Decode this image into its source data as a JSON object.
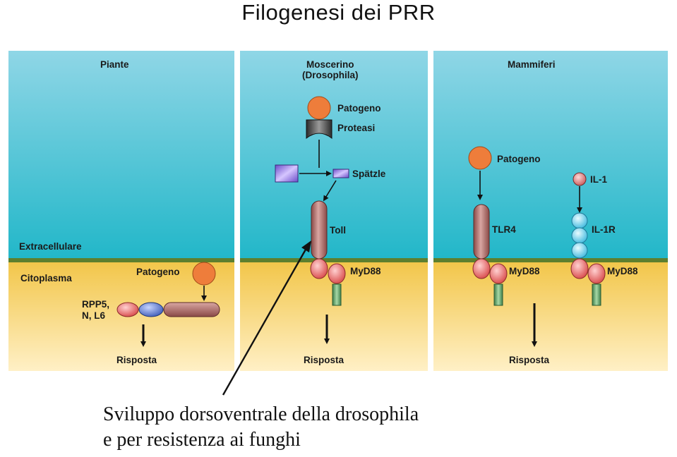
{
  "title": "Filogenesi dei PRR",
  "panels": {
    "plants": {
      "heading": "Piante",
      "extracellular": "Extracellulare",
      "cytoplasm": "Citoplasma",
      "pathogen": "Patogeno",
      "receptor_line1": "RPP5,",
      "receptor_line2": "N, L6",
      "response": "Risposta"
    },
    "fly": {
      "heading_line1": "Moscerino",
      "heading_line2": "(Drosophila)",
      "pathogen": "Patogeno",
      "protease": "Proteasi",
      "spatzle": "Spätzle",
      "toll": "Toll",
      "myd88": "MyD88",
      "response": "Risposta"
    },
    "mammals": {
      "heading": "Mammiferi",
      "pathogen": "Patogeno",
      "tlr4": "TLR4",
      "myd88_a": "MyD88",
      "il1": "IL-1",
      "il1r": "IL-1R",
      "myd88_b": "MyD88",
      "response": "Risposta"
    }
  },
  "caption": {
    "line1": "Sviluppo dorsoventrale della drosophila",
    "line2": "e per resistenza ai funghi"
  },
  "colors": {
    "sky_top": "#8fd6e6",
    "sky_bottom": "#22b7c9",
    "membrane": "#5d7f2e",
    "cyto_top": "#f2c64a",
    "cyto_bottom": "#fff0c6",
    "pathogen": "#ee7d3b",
    "receptor": "#b57773",
    "tir": "#e96a6a",
    "lrr_blue": "#5f7fd0",
    "il1r_domain": "#7dd8f0",
    "adapter_green": "#6aa870",
    "spatzle": "#9b7fe8"
  }
}
